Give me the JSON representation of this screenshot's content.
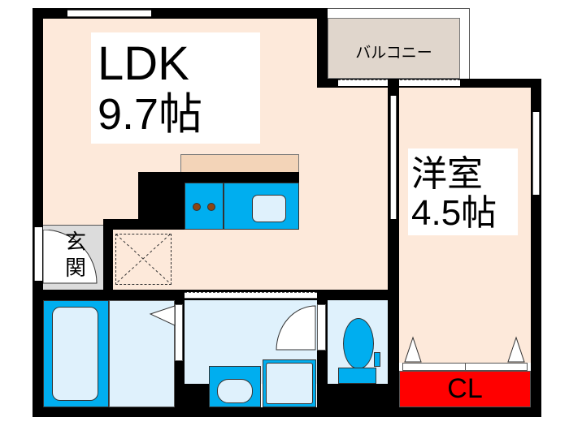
{
  "rooms": {
    "ldk": {
      "name": "LDK",
      "size": "9.7帖"
    },
    "western": {
      "name": "洋室",
      "size": "4.5帖"
    },
    "balcony": {
      "name": "バルコニー"
    },
    "entrance": {
      "name": "玄関"
    },
    "closet": {
      "name": "CL"
    }
  },
  "colors": {
    "wall": "#000000",
    "room": "#fde9da",
    "wet_area": "#dff1fc",
    "fixture": "#00aeef",
    "closet": "#ff0000",
    "balcony": "#e0d6cc",
    "entrance": "#dcdcdc"
  }
}
